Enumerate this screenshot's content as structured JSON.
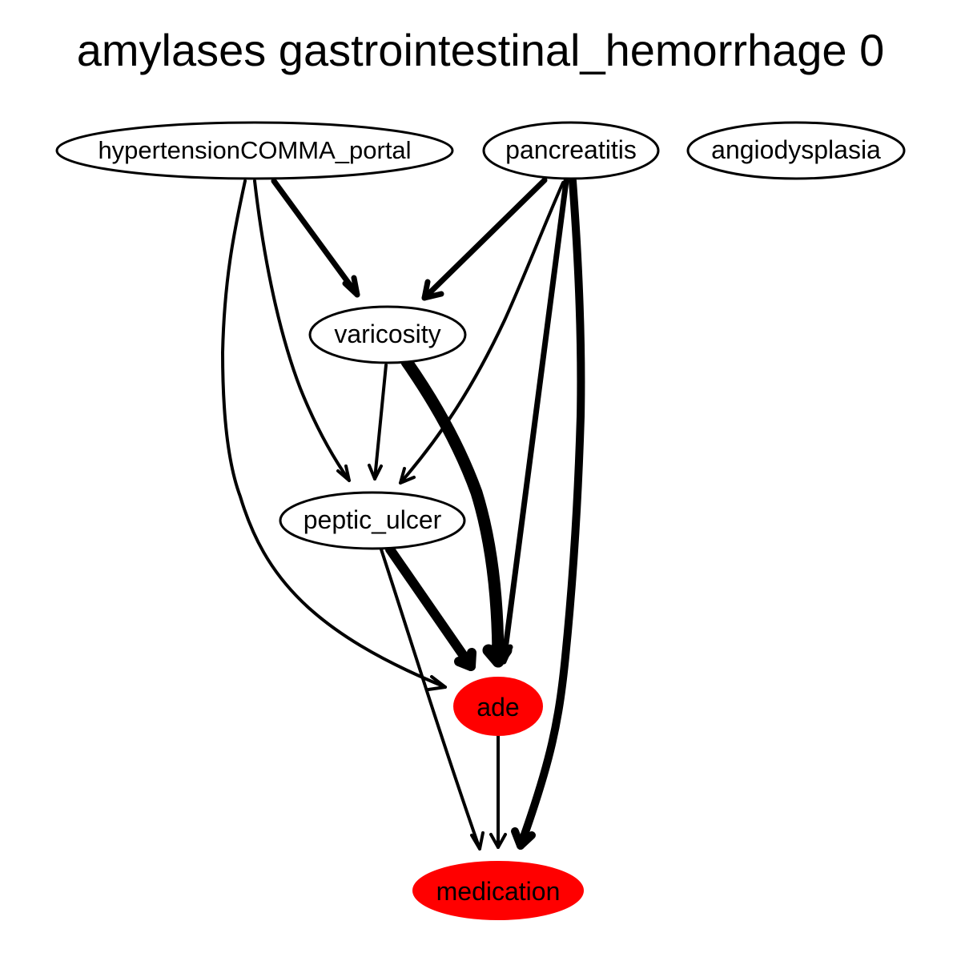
{
  "title": "amylases gastrointestinal_hemorrhage 0",
  "nodes": {
    "hypertension_portal": {
      "label": "hypertensionCOMMA_portal",
      "fill": "#ffffff"
    },
    "pancreatitis": {
      "label": "pancreatitis",
      "fill": "#ffffff"
    },
    "angiodysplasia": {
      "label": "angiodysplasia",
      "fill": "#ffffff"
    },
    "varicosity": {
      "label": "varicosity",
      "fill": "#ffffff"
    },
    "peptic_ulcer": {
      "label": "peptic_ulcer",
      "fill": "#ffffff"
    },
    "ade": {
      "label": "ade",
      "fill": "#ff0000"
    },
    "medication": {
      "label": "medication",
      "fill": "#ff0000"
    }
  },
  "edges": [
    {
      "from": "hypertensionCOMMA_portal",
      "to": "varicosity",
      "weight": "medium"
    },
    {
      "from": "hypertensionCOMMA_portal",
      "to": "peptic_ulcer",
      "weight": "thin"
    },
    {
      "from": "hypertensionCOMMA_portal",
      "to": "ade",
      "weight": "thin"
    },
    {
      "from": "pancreatitis",
      "to": "varicosity",
      "weight": "medium"
    },
    {
      "from": "pancreatitis",
      "to": "peptic_ulcer",
      "weight": "thin"
    },
    {
      "from": "pancreatitis",
      "to": "ade",
      "weight": "medium"
    },
    {
      "from": "pancreatitis",
      "to": "medication",
      "weight": "heavy"
    },
    {
      "from": "varicosity",
      "to": "peptic_ulcer",
      "weight": "thin"
    },
    {
      "from": "varicosity",
      "to": "ade",
      "weight": "heaviest"
    },
    {
      "from": "peptic_ulcer",
      "to": "ade",
      "weight": "heavy"
    },
    {
      "from": "peptic_ulcer",
      "to": "medication",
      "weight": "thin"
    },
    {
      "from": "ade",
      "to": "medication",
      "weight": "thin"
    }
  ]
}
